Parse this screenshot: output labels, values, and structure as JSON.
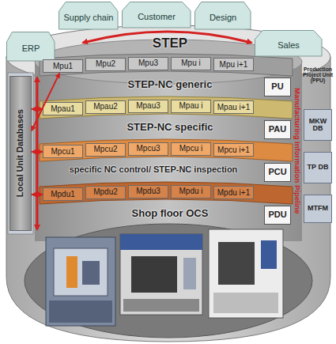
{
  "diagram": {
    "nodes": [
      {
        "text": [
          "ERP"
        ]
      },
      {
        "text": [
          "Supply chain"
        ]
      },
      {
        "text": [
          "Customer"
        ]
      },
      {
        "text": [
          "Design"
        ]
      },
      {
        "text": [
          "Sales"
        ]
      },
      {
        "text": [
          "Local Unit Databases"
        ]
      },
      {
        "text": [
          "Mpu1"
        ]
      },
      {
        "text": [
          "Mpu2"
        ]
      },
      {
        "text": [
          "Mpu3"
        ]
      },
      {
        "text": [
          "Mpu i"
        ]
      },
      {
        "text": [
          "Mpu i+1"
        ]
      },
      {
        "text": [
          "PU"
        ]
      },
      {
        "text": [
          "Mpau1"
        ]
      },
      {
        "text": [
          "Mpau2"
        ]
      },
      {
        "text": [
          "Mpau3"
        ]
      },
      {
        "text": [
          "Mpau i"
        ]
      },
      {
        "text": [
          "Mpau i+1"
        ]
      },
      {
        "text": [
          "PAU"
        ]
      },
      {
        "text": [
          "Mpcu1"
        ]
      },
      {
        "text": [
          "Mpcu2"
        ]
      },
      {
        "text": [
          "Mpcu3"
        ]
      },
      {
        "text": [
          "Mpcu i"
        ]
      },
      {
        "text": [
          "Mpcu i+1"
        ]
      },
      {
        "text": [
          "PCU"
        ]
      },
      {
        "text": [
          "Mpdu1"
        ]
      },
      {
        "text": [
          "Mpdu2"
        ]
      },
      {
        "text": [
          "Mpdu3"
        ]
      },
      {
        "text": [
          "Mpdu i"
        ]
      },
      {
        "text": [
          "Mpdu i+1"
        ]
      },
      {
        "text": [
          "PDU"
        ]
      },
      {
        "text": [
          "Production Project Unit (PPU)"
        ]
      },
      {
        "text": [
          "MKW DB"
        ],
        "in": 30
      },
      {
        "text": [
          "TP DB"
        ],
        "in": 30
      },
      {
        "text": [
          "MTFM"
        ],
        "in": 30
      }
    ],
    "edges": [
      {
        "from": 5,
        "to": 6,
        "arrow": "both"
      },
      {
        "from": 5,
        "to": 12,
        "arrow": "both"
      },
      {
        "from": 5,
        "to": 18,
        "arrow": "both"
      },
      {
        "from": 5,
        "to": 24,
        "arrow": "both"
      }
    ],
    "labels": [
      "STEP",
      "STEP-NC generic",
      "STEP-NC specific",
      "specific NC control/ STEP-NC inspection",
      "Shop floor OCS",
      "Manufacturing Information Pipeline"
    ]
  }
}
